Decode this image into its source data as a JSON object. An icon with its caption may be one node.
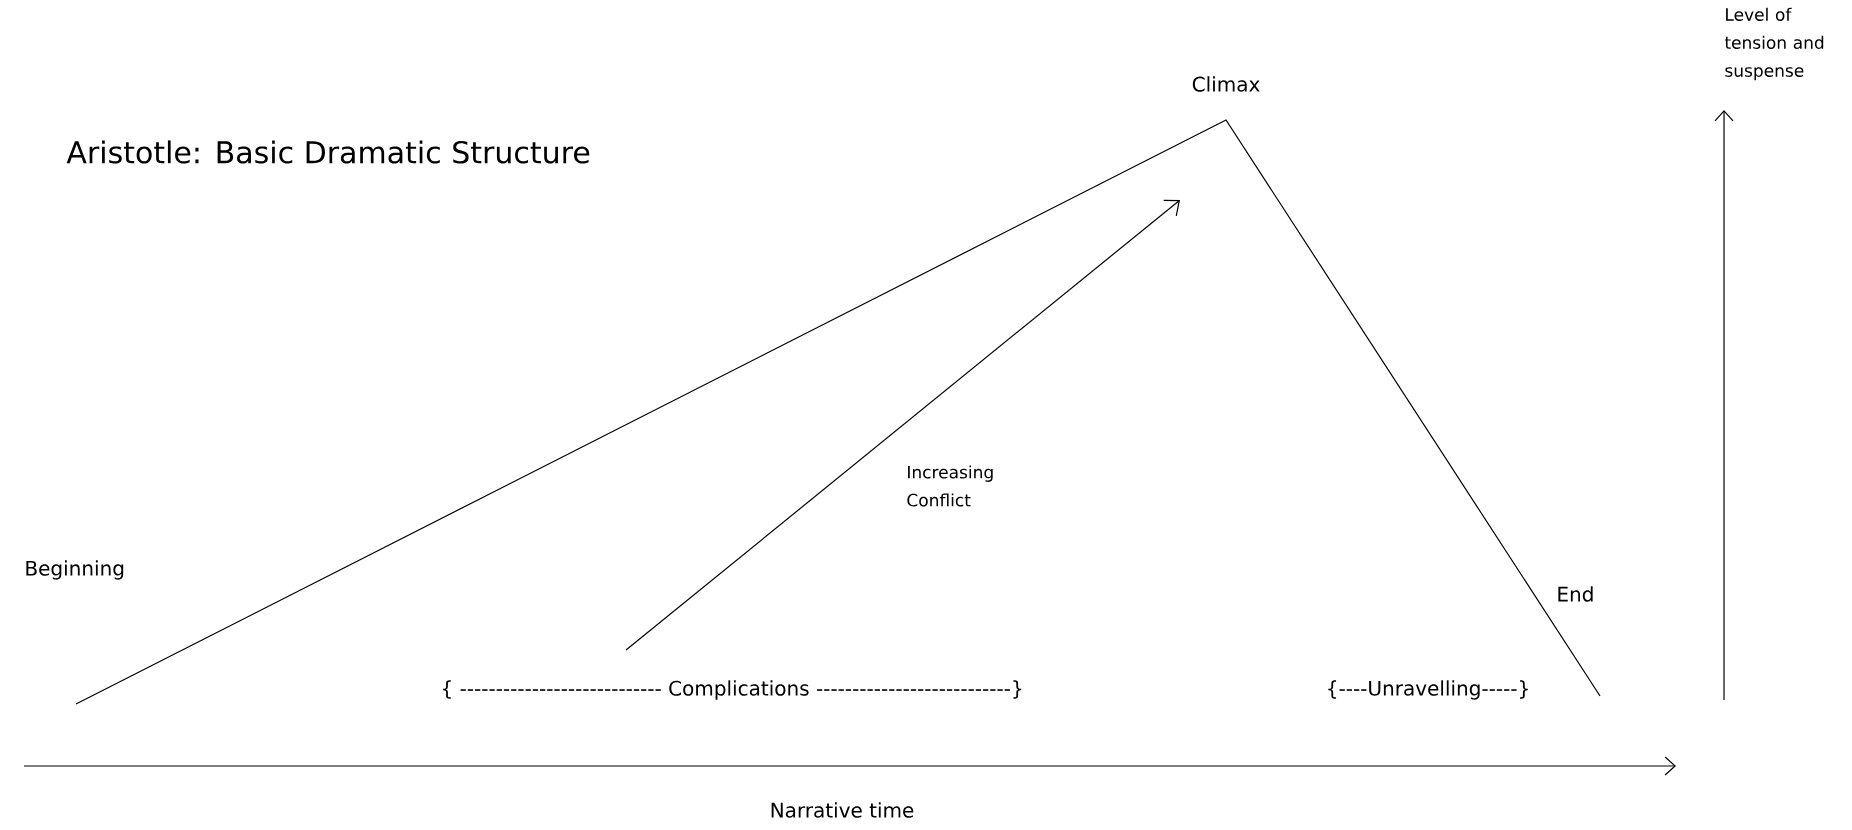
{
  "diagram": {
    "title": "Aristotle: Basic Dramatic Structure",
    "labels": [
      "Climax",
      "Level of tension and suspense",
      "Increasing Conflict",
      "Beginning",
      "End",
      "{ ---------------------------- Complications ---------------------------}",
      "{----Unravelling-----}",
      "Narrative time"
    ]
  }
}
